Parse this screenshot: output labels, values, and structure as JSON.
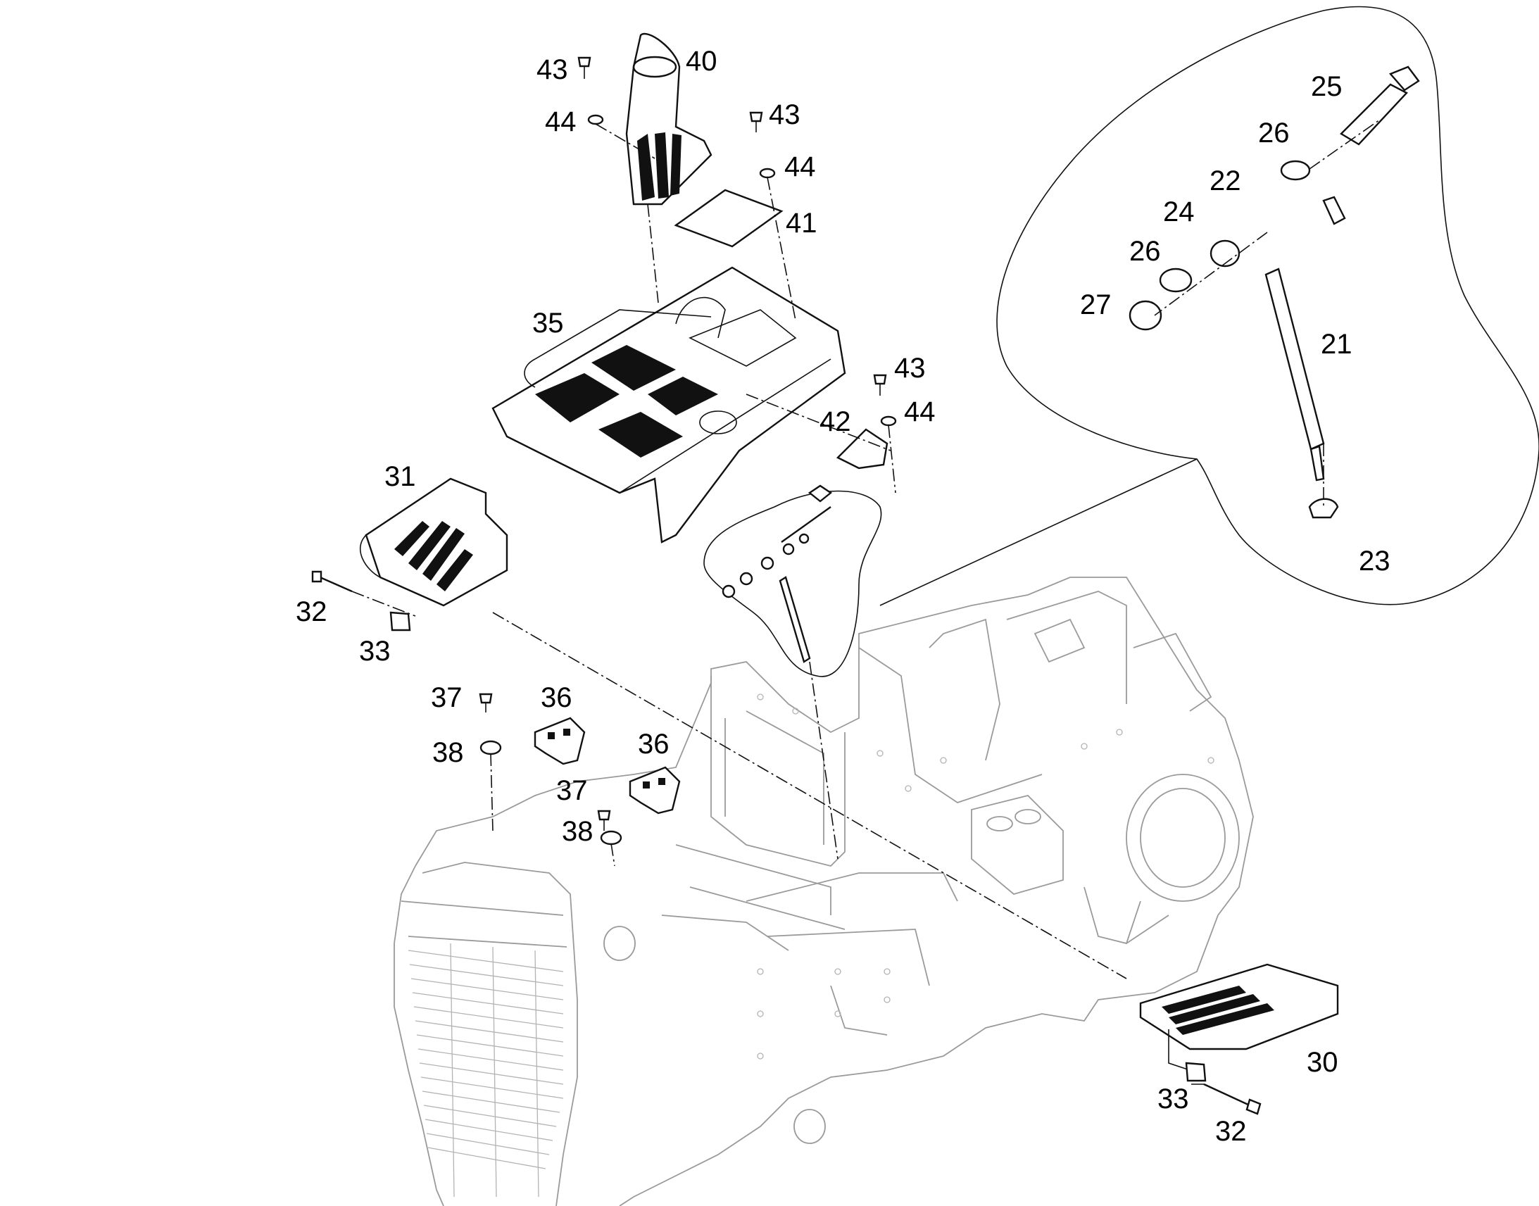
{
  "diagram": {
    "callouts": {
      "c21": "21",
      "c22": "22",
      "c23": "23",
      "c24": "24",
      "c25": "25",
      "c26a": "26",
      "c26b": "26",
      "c27": "27",
      "c30": "30",
      "c31": "31",
      "c32a": "32",
      "c32b": "32",
      "c33a": "33",
      "c33b": "33",
      "c35": "35",
      "c36a": "36",
      "c36b": "36",
      "c37a": "37",
      "c37b": "37",
      "c38a": "38",
      "c38b": "38",
      "c40": "40",
      "c41": "41",
      "c42": "42",
      "c43a": "43",
      "c43b": "43",
      "c43c": "43",
      "c44a": "44",
      "c44b": "44",
      "c44c": "44"
    }
  }
}
